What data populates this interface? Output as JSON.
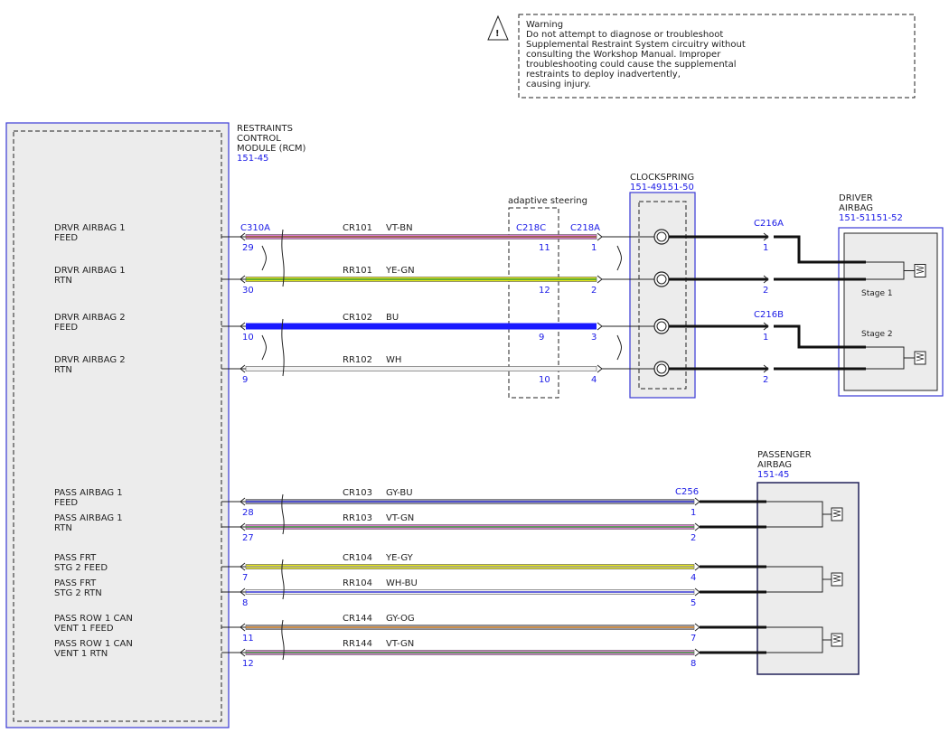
{
  "warning": {
    "lines": [
      "Warning",
      "Do not attempt to diagnose or troubleshoot",
      "Supplemental Restraint System circuitry without",
      "consulting the Workshop Manual. Improper",
      "troubleshooting could cause the supplemental",
      "restraints to deploy inadvertently,",
      "causing injury."
    ]
  },
  "rcm": {
    "title_lines": [
      "RESTRAINTS",
      "CONTROL",
      "MODULE (RCM)"
    ],
    "ref": "151-45",
    "connector": "C310A"
  },
  "adaptive_steering": {
    "label": "adaptive steering",
    "connector": "C218C"
  },
  "clockspring": {
    "title": "CLOCKSPRING",
    "ref": "151-49151-50",
    "connector": "C218A"
  },
  "driver_airbag": {
    "title_lines": [
      "DRIVER",
      "AIRBAG"
    ],
    "ref": "151-51151-52",
    "stage1": "Stage 1",
    "stage2": "Stage 2",
    "connector_a": "C216A",
    "connector_b": "C216B"
  },
  "passenger_airbag": {
    "title_lines": [
      "PASSENGER",
      "AIRBAG"
    ],
    "ref": "151-45",
    "connector": "C256"
  },
  "driver_circuits": [
    {
      "label": [
        "DRVR AIRBAG 1",
        "FEED"
      ],
      "circuit": "CR101",
      "color_code": "VT-BN",
      "rcm_pin": "29",
      "c218c_pin": "11",
      "c218a_pin": "1",
      "c216_pin": "1",
      "wire_color": "#d97fd0",
      "stripe": "#8b5a2b"
    },
    {
      "label": [
        "DRVR AIRBAG 1",
        "RTN"
      ],
      "circuit": "RR101",
      "color_code": "YE-GN",
      "rcm_pin": "30",
      "c218c_pin": "12",
      "c218a_pin": "2",
      "c216_pin": "2",
      "wire_color": "#e6e61a",
      "stripe": "#3a9a3a"
    },
    {
      "label": [
        "DRVR AIRBAG 2",
        "FEED"
      ],
      "circuit": "CR102",
      "color_code": "BU",
      "rcm_pin": "10",
      "c218c_pin": "9",
      "c218a_pin": "3",
      "c216_pin": "1",
      "wire_color": "#1a1aff",
      "stripe": "#1a1aff"
    },
    {
      "label": [
        "DRVR AIRBAG 2",
        "RTN"
      ],
      "circuit": "RR102",
      "color_code": "WH",
      "rcm_pin": "9",
      "c218c_pin": "10",
      "c218a_pin": "4",
      "c216_pin": "2",
      "wire_color": "#f2f2f2",
      "stripe": "#f2f2f2"
    }
  ],
  "pass_circuits": [
    {
      "label": [
        "PASS AIRBAG 1",
        "FEED"
      ],
      "circuit": "CR103",
      "color_code": "GY-BU",
      "rcm_pin": "28",
      "c256_pin": "1",
      "wire_color": "#9a9aa6",
      "stripe": "#3a3ad6"
    },
    {
      "label": [
        "PASS AIRBAG 1",
        "RTN"
      ],
      "circuit": "RR103",
      "color_code": "VT-GN",
      "rcm_pin": "27",
      "c256_pin": "2",
      "wire_color": "#d97fd0",
      "stripe": "#3a9a3a"
    },
    {
      "label": [
        "PASS FRT",
        "STG 2 FEED"
      ],
      "circuit": "CR104",
      "color_code": "YE-GY",
      "rcm_pin": "7",
      "c256_pin": "4",
      "wire_color": "#e6e61a",
      "stripe": "#9a9a9a"
    },
    {
      "label": [
        "PASS FRT",
        "STG 2 RTN"
      ],
      "circuit": "RR104",
      "color_code": "WH-BU",
      "rcm_pin": "8",
      "c256_pin": "5",
      "wire_color": "#f2f2f2",
      "stripe": "#3a3ad6"
    },
    {
      "label": [
        "PASS ROW 1 CAN",
        "VENT 1 FEED"
      ],
      "circuit": "CR144",
      "color_code": "GY-OG",
      "rcm_pin": "11",
      "c256_pin": "7",
      "wire_color": "#9a9aa6",
      "stripe": "#d98a2a"
    },
    {
      "label": [
        "PASS ROW 1 CAN",
        "VENT 1 RTN"
      ],
      "circuit": "RR144",
      "color_code": "VT-GN",
      "rcm_pin": "12",
      "c256_pin": "8",
      "wire_color": "#d97fd0",
      "stripe": "#3a9a3a"
    }
  ],
  "colors": {
    "module_outline": "#3a3ad6",
    "ref_text": "#1a1ae6",
    "module_fill": "#ececec"
  }
}
